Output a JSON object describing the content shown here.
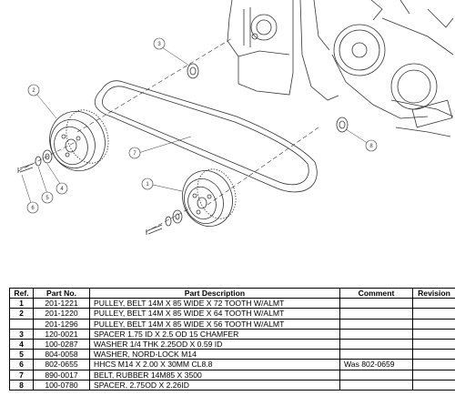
{
  "diagram": {
    "callouts": [
      "1",
      "2",
      "3",
      "4",
      "5",
      "6",
      "7",
      "8"
    ]
  },
  "table": {
    "headers": [
      "Ref.",
      "Part No.",
      "Part Description",
      "Comment",
      "Revision"
    ],
    "rows": [
      {
        "ref": "1",
        "part_no": "201-1221",
        "description": "PULLEY, BELT 14M X 85 WIDE X 72 TOOTH W/ALMT",
        "comment": "",
        "revision": ""
      },
      {
        "ref": "2",
        "part_no": "201-1220",
        "description": "PULLEY, BELT 14M X 85 WIDE X 64 TOOTH W/ALMT",
        "comment": "",
        "revision": ""
      },
      {
        "ref": "",
        "part_no": "201-1296",
        "description": "PULLEY, BELT 14M X 85 WIDE X 56 TOOTH W/ALMT",
        "comment": "",
        "revision": ""
      },
      {
        "ref": "3",
        "part_no": "120-0021",
        "description": "SPACER 1.75 ID X 2.5 OD 15 CHAMFER",
        "comment": "",
        "revision": ""
      },
      {
        "ref": "4",
        "part_no": "100-0287",
        "description": "WASHER 1/4 THK 2.25OD X 0.59 ID",
        "comment": "",
        "revision": ""
      },
      {
        "ref": "5",
        "part_no": "804-0058",
        "description": "WASHER, NORD-LOCK M14",
        "comment": "",
        "revision": ""
      },
      {
        "ref": "6",
        "part_no": "802-0655",
        "description": "HHCS M14 X 2.00 X 30MM CL8.8",
        "comment": "Was 802-0659",
        "revision": ""
      },
      {
        "ref": "7",
        "part_no": "890-0017",
        "description": "BELT, RUBBER 14M85 X 3500",
        "comment": "",
        "revision": ""
      },
      {
        "ref": "8",
        "part_no": "100-0780",
        "description": "SPACER, 2.75OD X 2.26ID",
        "comment": "",
        "revision": ""
      }
    ]
  }
}
